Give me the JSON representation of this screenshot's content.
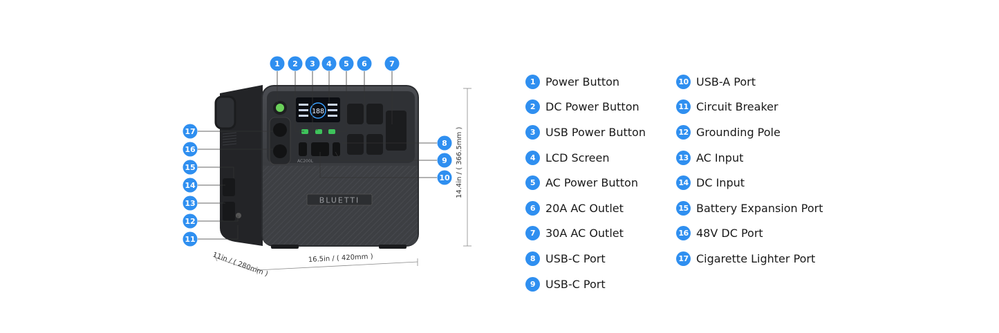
{
  "colors": {
    "badge": "#2f8ff0",
    "device_body": "#2b2d30",
    "device_front": "#3a3c40",
    "leader_line": "#333333",
    "dimension_line": "#888888"
  },
  "brand": "BLUETTI",
  "model": "AC200L",
  "lcd": {
    "value": "188"
  },
  "dimensions": {
    "height": "14.4in / ( 366.5mm )",
    "width": "16.5in / ( 420mm )",
    "depth": "11in / ( 280mm )"
  },
  "callouts_top": [
    "1",
    "2",
    "3",
    "4",
    "5",
    "6",
    "7"
  ],
  "callouts_right": [
    "8",
    "9",
    "10"
  ],
  "callouts_left": [
    "17",
    "16",
    "15",
    "14",
    "13",
    "12",
    "11"
  ],
  "legend": {
    "col1": [
      {
        "num": "1",
        "label": "Power Button"
      },
      {
        "num": "2",
        "label": "DC Power Button"
      },
      {
        "num": "3",
        "label": "USB Power Button"
      },
      {
        "num": "4",
        "label": "LCD Screen"
      },
      {
        "num": "5",
        "label": "AC Power Button"
      },
      {
        "num": "6",
        "label": "20A AC Outlet"
      },
      {
        "num": "7",
        "label": "30A AC Outlet"
      },
      {
        "num": "8",
        "label": "USB-C Port"
      },
      {
        "num": "9",
        "label": "USB-C Port"
      }
    ],
    "col2": [
      {
        "num": "10",
        "label": "USB-A Port"
      },
      {
        "num": "11",
        "label": "Circuit Breaker"
      },
      {
        "num": "12",
        "label": "Grounding Pole"
      },
      {
        "num": "13",
        "label": "AC Input"
      },
      {
        "num": "14",
        "label": "DC Input"
      },
      {
        "num": "15",
        "label": "Battery Expansion Port"
      },
      {
        "num": "16",
        "label": "48V DC Port"
      },
      {
        "num": "17",
        "label": "Cigarette Lighter Port"
      }
    ]
  }
}
